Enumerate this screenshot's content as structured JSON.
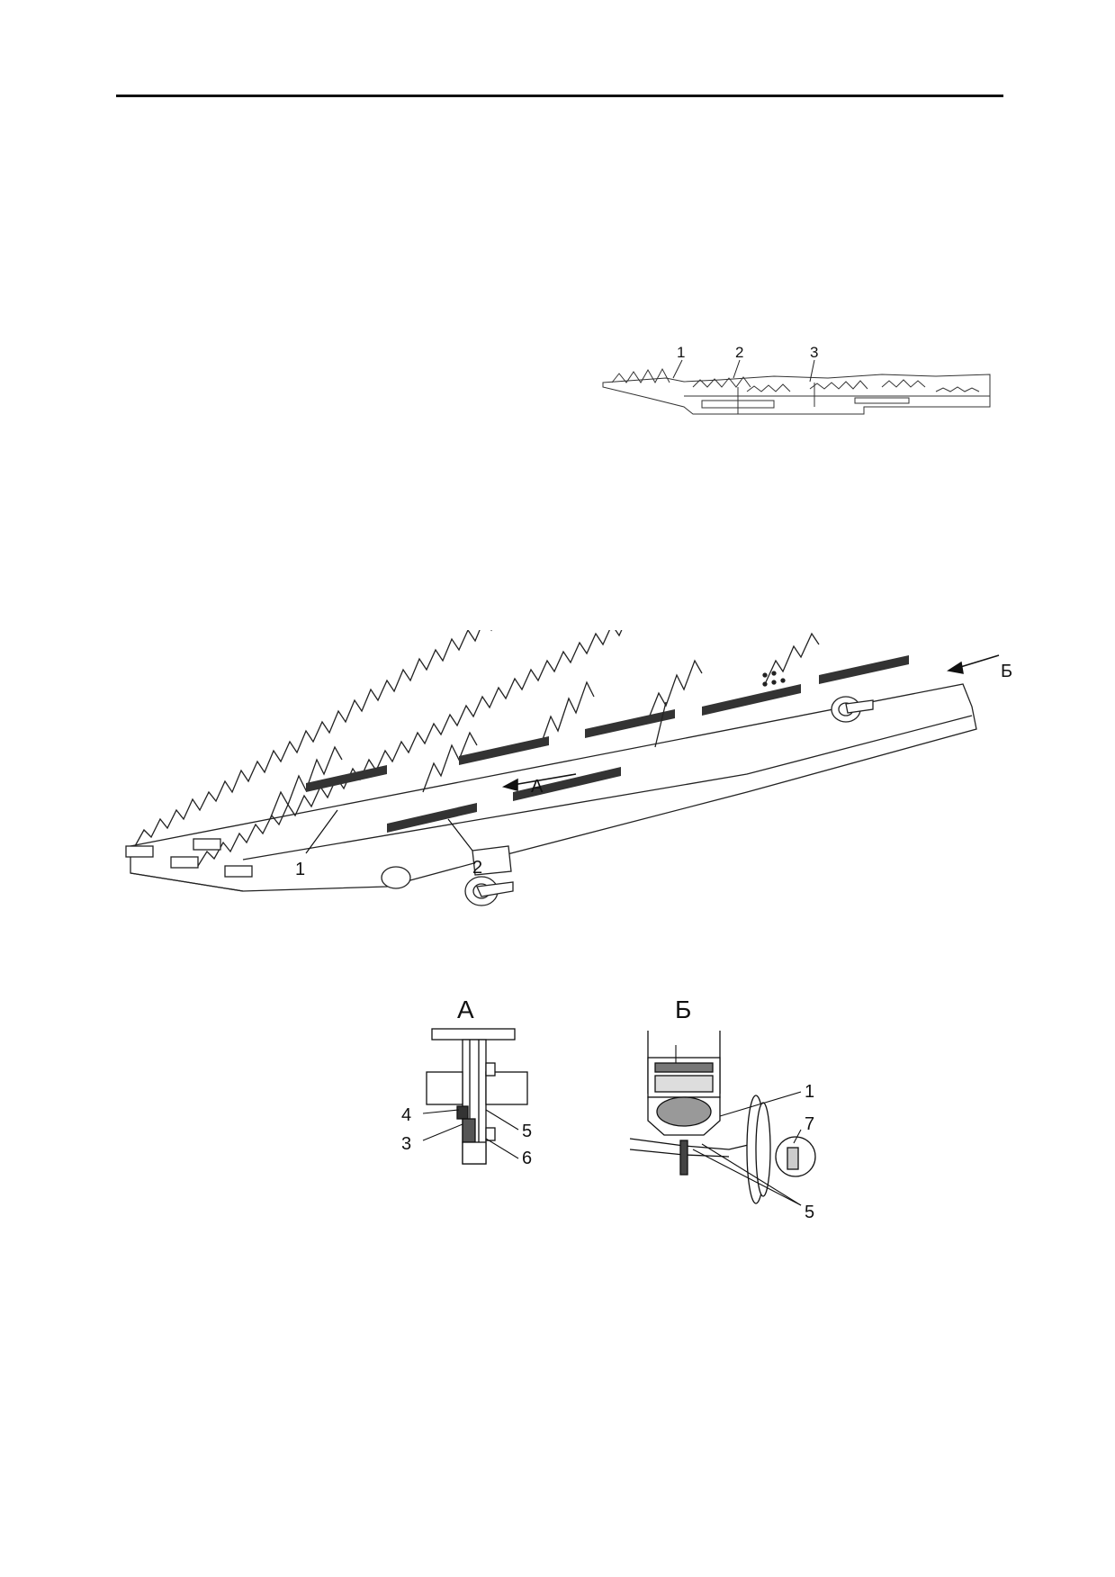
{
  "page": {
    "top_rule": true
  },
  "small_figure": {
    "callouts": [
      "1",
      "2",
      "3"
    ]
  },
  "main_figure": {
    "view_arrows": [
      "А",
      "Б"
    ],
    "callouts": [
      "1",
      "2"
    ]
  },
  "detail_a": {
    "title": "А",
    "callouts": [
      "4",
      "3",
      "5",
      "6"
    ]
  },
  "detail_b": {
    "title": "Б",
    "callouts": [
      "1",
      "7",
      "5"
    ]
  }
}
